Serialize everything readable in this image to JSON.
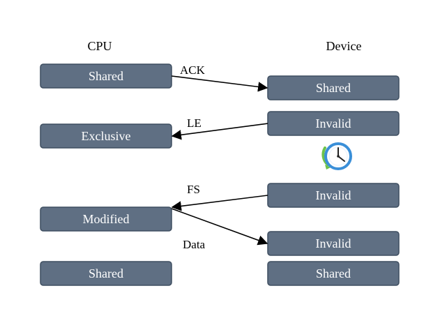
{
  "columns": {
    "cpu": "CPU",
    "device": "Device"
  },
  "cpu_states": [
    "Shared",
    "Exclusive",
    "Modified",
    "Shared"
  ],
  "device_states": [
    "Shared",
    "Invalid",
    "Invalid",
    "Invalid",
    "Shared"
  ],
  "messages": [
    "ACK",
    "LE",
    "FS",
    "Data"
  ],
  "colors": {
    "box_fill": "#5f6f83",
    "box_border": "#3f4f61",
    "box_text": "#ffffff",
    "clock_ring": "#3a8fd8",
    "clock_arrow": "#6cc24a"
  },
  "icons": {
    "wait": "clock-icon"
  }
}
